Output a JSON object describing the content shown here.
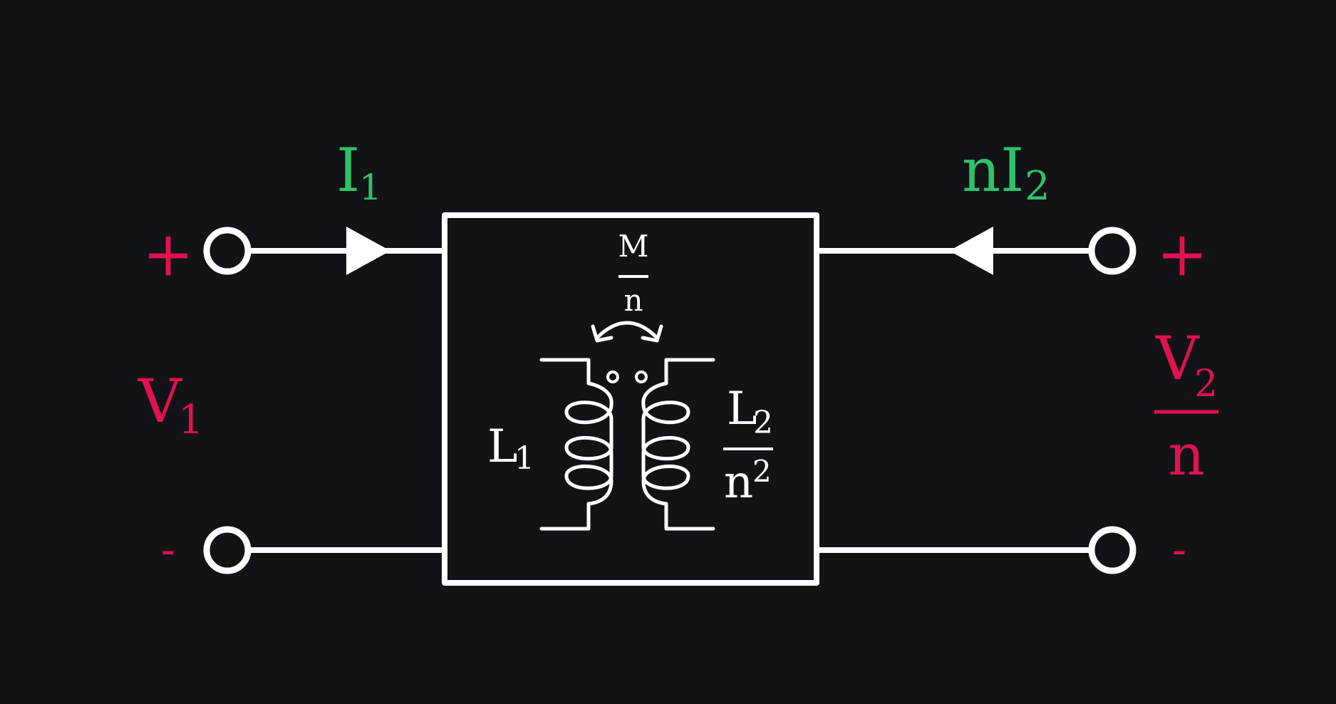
{
  "labels": {
    "I1_main": "I",
    "I1_sub": "1",
    "nI2_main": "nI",
    "nI2_sub": "2",
    "V1_main": "V",
    "V1_sub": "1",
    "V2_num_main": "V",
    "V2_num_sub": "2",
    "V2_den": "n",
    "plus_left": "+",
    "minus_left": "-",
    "plus_right": "+",
    "minus_right": "-",
    "M_num": "M",
    "M_den": "n",
    "L1_main": "L",
    "L1_sub": "1",
    "L2_num_main": "L",
    "L2_num_sub": "2",
    "L2_den_main": "n",
    "L2_den_sup": "2"
  },
  "colors": {
    "background": "#121317",
    "voltage": "#e0124f",
    "current": "#2ec26a",
    "circuit": "#ffffff"
  }
}
